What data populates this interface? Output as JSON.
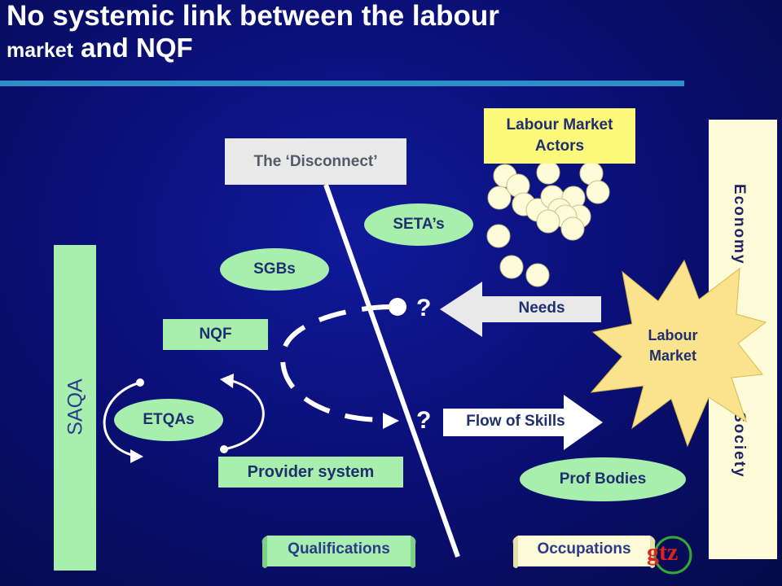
{
  "title": {
    "line1": "No systemic link between the labour",
    "line2_a": "market",
    "line2_b": " and NQF"
  },
  "boxes": {
    "disconnect": "The ‘Disconnect’",
    "labour_market_actors_1": "Labour Market",
    "labour_market_actors_2": "Actors",
    "nqf": "NQF",
    "provider_system": "Provider system",
    "saqa": "SAQA",
    "economy": "Economy",
    "society": "Society"
  },
  "pills": {
    "setas": "SETA’s",
    "sgbs": "SGBs",
    "etqas": "ETQAs",
    "prof_bodies": "Prof Bodies"
  },
  "arrows": {
    "needs": "Needs",
    "flow_of_skills": "Flow of Skills",
    "q1": "?",
    "q2": "?"
  },
  "burst": {
    "line1": "Labour",
    "line2": "Market"
  },
  "scrolls": {
    "qualifications": "Qualifications",
    "occupations": "Occupations"
  },
  "logo": {
    "text": "gtz"
  },
  "colors": {
    "pill": "#a8efad",
    "text_navy": "#1f2f6f",
    "yellow": "#fdf97a",
    "cream": "#fefbd8",
    "burst": "#fbe28c",
    "accent_rule": "#2e8fc7"
  }
}
